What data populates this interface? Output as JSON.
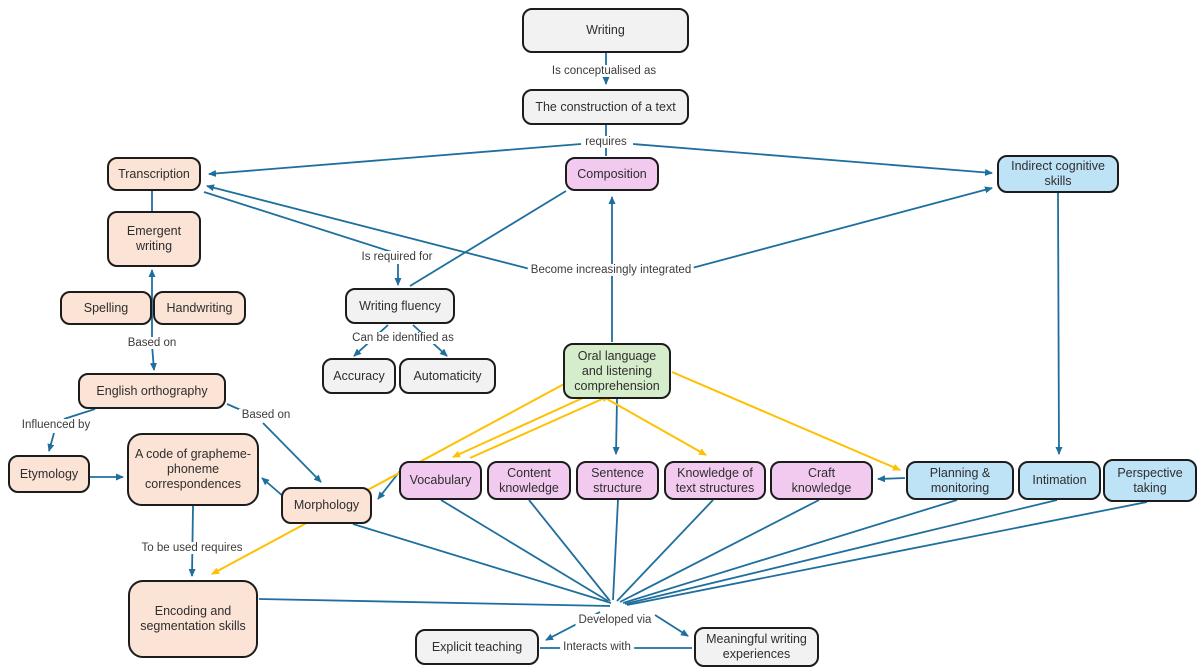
{
  "diagram": {
    "title": "Writing concept map",
    "nodes": {
      "writing": {
        "label": "Writing"
      },
      "construction": {
        "label": "The construction of a text"
      },
      "transcription": {
        "label": "Transcription"
      },
      "composition": {
        "label": "Composition"
      },
      "indirect": {
        "label": "Indirect cognitive skills"
      },
      "emergent": {
        "label": "Emergent writing"
      },
      "spelling": {
        "label": "Spelling"
      },
      "handwriting": {
        "label": "Handwriting"
      },
      "english_orthography": {
        "label": "English orthography"
      },
      "etymology": {
        "label": "Etymology"
      },
      "grapheme": {
        "label": "A code of grapheme-phoneme correspondences"
      },
      "morphology": {
        "label": "Morphology"
      },
      "encoding": {
        "label": "Encoding and segmentation skills"
      },
      "writing_fluency": {
        "label": "Writing fluency"
      },
      "accuracy": {
        "label": "Accuracy"
      },
      "automaticity": {
        "label": "Automaticity"
      },
      "oral": {
        "label": "Oral language and listening comprehension"
      },
      "vocabulary": {
        "label": "Vocabulary"
      },
      "content": {
        "label": "Content knowledge"
      },
      "sentence": {
        "label": "Sentence structure"
      },
      "knowledge_text": {
        "label": "Knowledge of text structures"
      },
      "craft": {
        "label": "Craft knowledge"
      },
      "planning": {
        "label": "Planning & monitoring"
      },
      "intimation": {
        "label": "Intimation"
      },
      "perspective": {
        "label": "Perspective taking"
      },
      "explicit": {
        "label": "Explicit teaching"
      },
      "meaningful": {
        "label": "Meaningful writing experiences"
      }
    },
    "edge_labels": {
      "is_conceptualised_as": "Is conceptualised as",
      "requires": "requires",
      "is_required_for": "Is required for",
      "can_be_identified_as": "Can be identified as",
      "become_increasingly_integrated": "Become increasingly integrated",
      "based_on": "Based on",
      "influenced_by": "Influenced by",
      "to_be_used_requires": "To be used requires",
      "developed_via": "Developed via",
      "interacts_with": "Interacts with"
    },
    "colors": {
      "gray": "#F2F2F2",
      "peach": "#FBE3D5",
      "pink": "#F2CAEF",
      "blue": "#BEE2F6",
      "green": "#D6EDCB",
      "line_blue": "#1F6F9E",
      "line_yellow": "#FFC000"
    }
  }
}
